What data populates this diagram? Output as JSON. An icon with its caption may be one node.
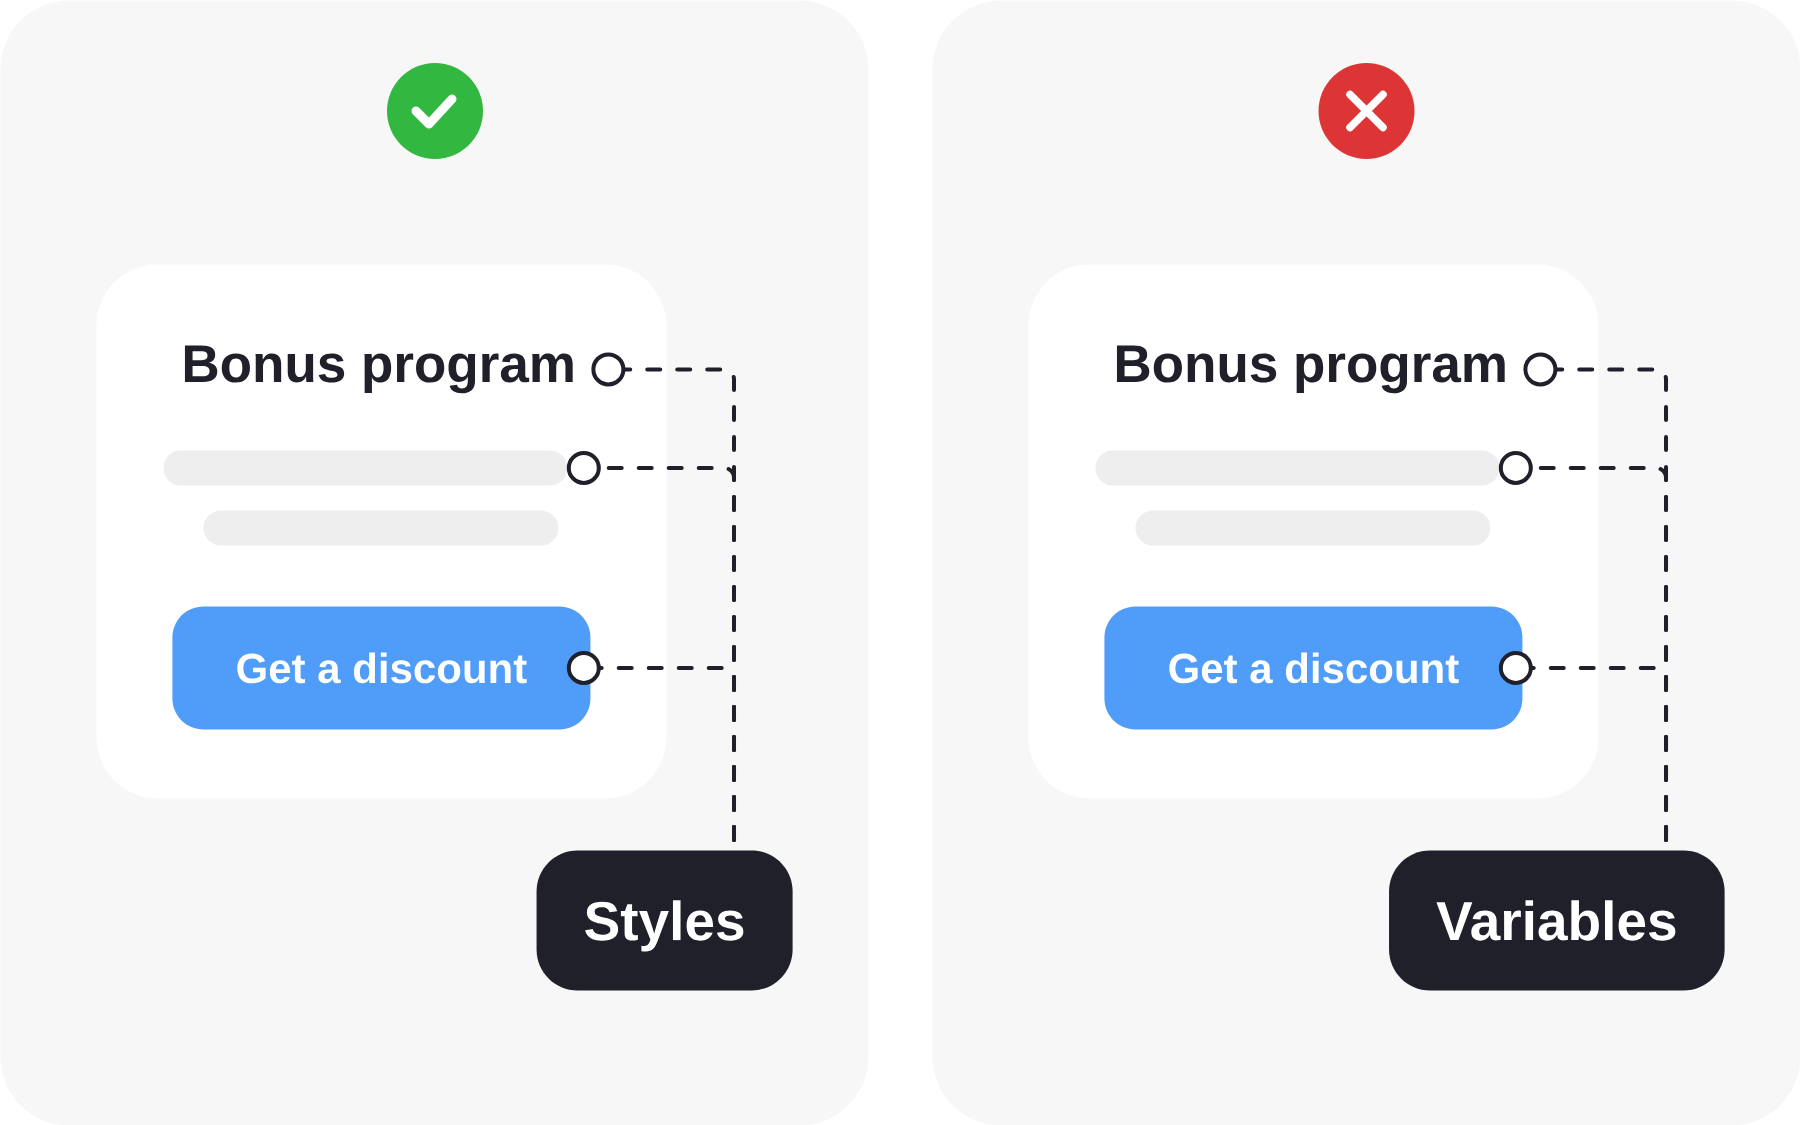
{
  "diagram": {
    "nodes": [
      {
        "text": [],
        "shape": "box"
      },
      {
        "text": [],
        "shape": "box",
        "in": 0
      },
      {
        "text": [
          "Bonus program"
        ],
        "in": 1
      },
      {
        "text": [],
        "shape": "bar",
        "in": 1
      },
      {
        "text": [],
        "shape": "bar",
        "in": 1
      },
      {
        "text": [
          "Get a discount"
        ],
        "in": 1
      },
      {
        "text": [
          "Styles"
        ],
        "in": 0
      },
      {
        "text": [],
        "shape": "box"
      },
      {
        "text": [],
        "shape": "box",
        "in": 7
      },
      {
        "text": [
          "Bonus program"
        ],
        "in": 8
      },
      {
        "text": [],
        "shape": "bar",
        "in": 8
      },
      {
        "text": [],
        "shape": "bar",
        "in": 8
      },
      {
        "text": [
          "Get a discount"
        ],
        "in": 8
      },
      {
        "text": [
          "Variables"
        ],
        "in": 7
      }
    ],
    "edges": [
      {
        "from": 2,
        "to": 6,
        "arrow": "other",
        "style": "dashed"
      },
      {
        "from": 3,
        "to": 6,
        "arrow": "other",
        "style": "dashed"
      },
      {
        "from": 5,
        "to": 6,
        "arrow": "other",
        "style": "dashed"
      },
      {
        "from": 9,
        "to": 13,
        "arrow": "other",
        "style": "dashed"
      },
      {
        "from": 10,
        "to": 13,
        "arrow": "other",
        "style": "dashed"
      },
      {
        "from": 12,
        "to": 13,
        "arrow": "other",
        "style": "dashed"
      }
    ]
  }
}
